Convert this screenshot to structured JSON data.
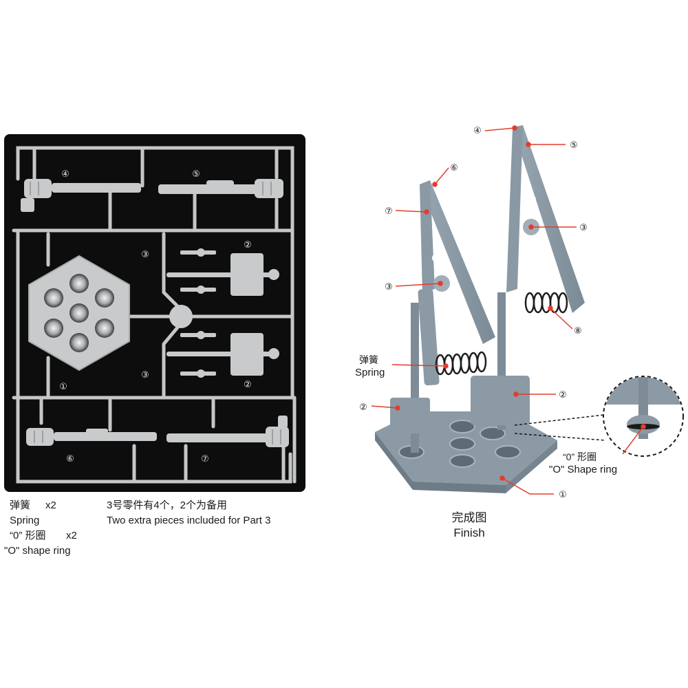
{
  "sprue": {
    "part_numbers": {
      "p1": "①",
      "p2a": "②",
      "p2b": "②",
      "p3a": "③",
      "p3b": "③",
      "p4": "④",
      "p5": "⑤",
      "p6": "⑥",
      "p7": "⑦"
    },
    "colors": {
      "background": "#0d0d0d",
      "plastic": "#c8cacb",
      "plastic_shadow": "#9da0a2"
    }
  },
  "captions": {
    "spring_cn": "弹簧",
    "spring_qty": "x2",
    "spring_en": "Spring",
    "ring_cn": "“0” 形圈",
    "ring_qty": "x2",
    "ring_en": "\"O\" shape ring",
    "note_cn": "3号零件有4个，2个为备用",
    "note_en": "Two extra pieces included  for Part 3"
  },
  "assembly": {
    "callouts": {
      "c4": "④",
      "c5": "⑤",
      "c6": "⑥",
      "c7": "⑦",
      "c3a": "③",
      "c3b": "③",
      "c8": "⑧",
      "c2a": "②",
      "c2b": "②",
      "c1": "①"
    },
    "spring_cn": "弹簧",
    "spring_en": "Spring",
    "ring_cn": "“0” 形圈",
    "ring_en": "\"O\" Shape ring",
    "finish_cn": "完成图",
    "finish_en": "Finish",
    "colors": {
      "part": "#8b9aa5",
      "part_dark": "#6d7c87",
      "leader": "#e53b2c"
    }
  }
}
